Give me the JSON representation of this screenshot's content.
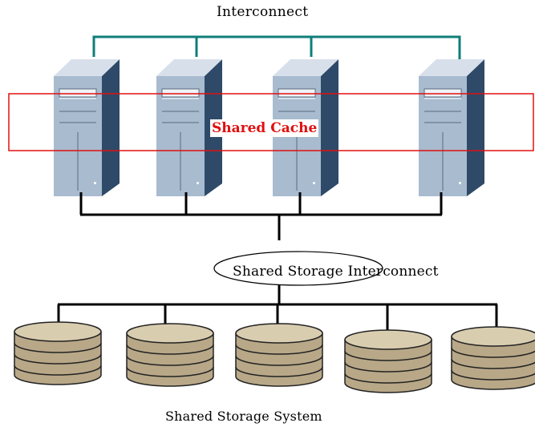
{
  "labels": {
    "interconnect": "Interconnect",
    "shared_cache": "Shared Cache",
    "shared_storage_interconnect": "Shared Storage Interconnect",
    "shared_storage_system": "Shared Storage System"
  },
  "colors": {
    "interconnect_line": "#0e7e7a",
    "cache_outline": "#e01010",
    "cache_text": "#e01010",
    "server_front": "#a8bbcf",
    "server_side": "#2e4a68",
    "server_top": "#d7e0ea",
    "disk_body": "#b8a888",
    "disk_top": "#d9cdb0",
    "wire": "#000000"
  },
  "nodes": {
    "servers": [
      "server",
      "server",
      "server",
      "server"
    ],
    "disks": [
      "disk",
      "disk",
      "disk",
      "disk",
      "disk"
    ]
  }
}
